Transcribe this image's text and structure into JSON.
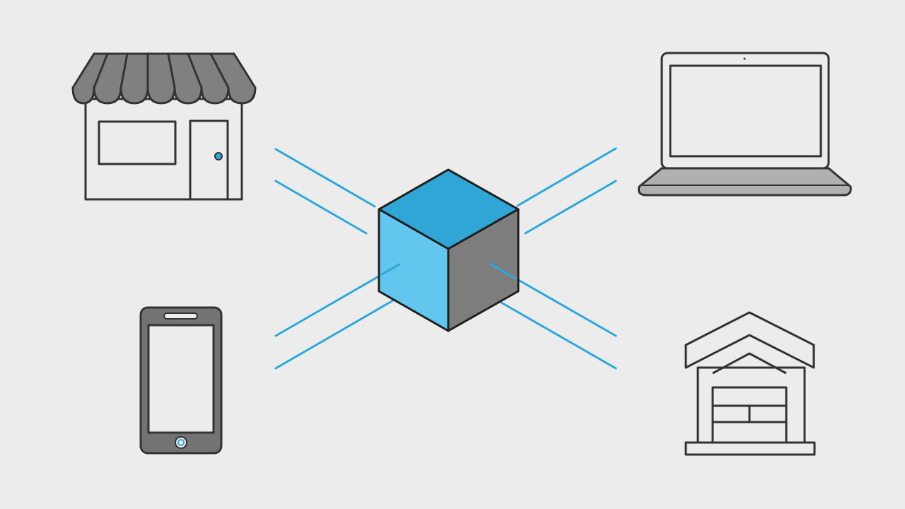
{
  "diagram": {
    "nodes": [
      {
        "id": "store",
        "icon": "storefront-icon"
      },
      {
        "id": "laptop",
        "icon": "laptop-icon"
      },
      {
        "id": "smartphone",
        "icon": "smartphone-icon"
      },
      {
        "id": "warehouse",
        "icon": "warehouse-icon"
      },
      {
        "id": "hub",
        "icon": "cube-icon"
      }
    ],
    "connections": [
      {
        "from": "hub",
        "to": "store"
      },
      {
        "from": "hub",
        "to": "laptop"
      },
      {
        "from": "hub",
        "to": "smartphone"
      },
      {
        "from": "hub",
        "to": "warehouse"
      }
    ]
  },
  "colors": {
    "background": "#ececec",
    "outline": "#333333",
    "accent_blue": "#2fa7d8",
    "cube_top": "#2fa6d6",
    "cube_left": "#63c6ee",
    "cube_right": "#7d7d7d",
    "icon_gray": "#7a7a7a",
    "icon_fill": "#ececec"
  }
}
